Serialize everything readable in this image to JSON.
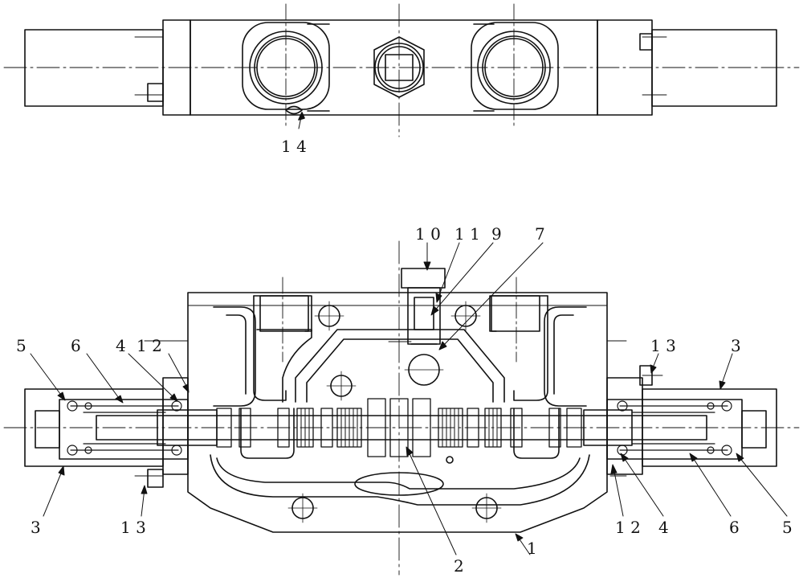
{
  "diagram": {
    "top_view_callouts": [
      {
        "id": "14",
        "text": "1 4"
      }
    ],
    "section_view_callouts": [
      {
        "id": "10",
        "text": "1 0"
      },
      {
        "id": "11",
        "text": "1 1"
      },
      {
        "id": "9",
        "text": "9"
      },
      {
        "id": "7",
        "text": "7"
      },
      {
        "id": "5-left",
        "text": "5"
      },
      {
        "id": "6-left",
        "text": "6"
      },
      {
        "id": "4-left",
        "text": "4"
      },
      {
        "id": "12-left",
        "text": "1 2"
      },
      {
        "id": "13-right-top",
        "text": "1 3"
      },
      {
        "id": "3-right-top",
        "text": "3"
      },
      {
        "id": "3-left-bottom",
        "text": "3"
      },
      {
        "id": "13-left-bottom",
        "text": "1 3"
      },
      {
        "id": "2",
        "text": "2"
      },
      {
        "id": "1",
        "text": "1"
      },
      {
        "id": "12-right",
        "text": "1 2"
      },
      {
        "id": "4-right",
        "text": "4"
      },
      {
        "id": "6-right",
        "text": "6"
      },
      {
        "id": "5-right",
        "text": "5"
      }
    ]
  },
  "colors": {
    "line": "#111111",
    "background": "#ffffff"
  }
}
